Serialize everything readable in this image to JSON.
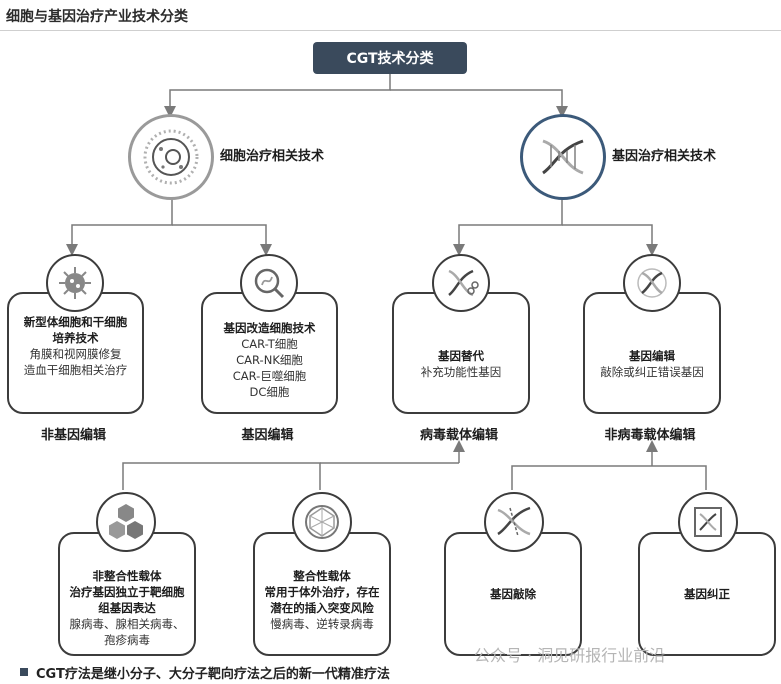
{
  "title": "细胞与基因治疗产业技术分类",
  "root": "CGT技术分类",
  "branches": {
    "cell": "细胞治疗相关技术",
    "gene": "基因治疗相关技术"
  },
  "level2": [
    {
      "lines": [
        "新型体细胞和干细胞",
        "培养技术"
      ],
      "sub": [
        "角膜和视网膜修复",
        "造血干细胞相关治疗"
      ],
      "caption": "非基因编辑"
    },
    {
      "lines": [
        "基因改造细胞技术"
      ],
      "sub": [
        "CAR-T细胞",
        "CAR-NK细胞",
        "CAR-巨噬细胞",
        "DC细胞"
      ],
      "caption": "基因编辑"
    },
    {
      "lines": [
        "基因替代"
      ],
      "sub": [
        "补充功能性基因"
      ],
      "caption": "病毒载体编辑"
    },
    {
      "lines": [
        "基因编辑"
      ],
      "sub": [
        "敲除或纠正错误基因"
      ],
      "caption": "非病毒载体编辑"
    }
  ],
  "level3": [
    {
      "lines": [
        "非整合性载体",
        "治疗基因独立于靶细胞",
        "组基因表达"
      ],
      "sub": [
        "腺病毒、腺相关病毒、",
        "孢疹病毒"
      ]
    },
    {
      "lines": [
        "整合性载体",
        "常用于体外治疗，存在",
        "潜在的插入突变风险"
      ],
      "sub": [
        "慢病毒、逆转录病毒"
      ]
    },
    {
      "lines": [
        "基因敲除"
      ],
      "sub": []
    },
    {
      "lines": [
        "基因纠正"
      ],
      "sub": []
    }
  ],
  "footnote": "CGT疗法是继小分子、大分子靶向疗法之后的新一代精准疗法",
  "watermark": "公众号 · 洞见研报行业前沿",
  "colors": {
    "dark": "#3a4a5c",
    "blue": "#3c5a7a",
    "gray": "#9a9a9a",
    "line": "#7a7a7a"
  }
}
